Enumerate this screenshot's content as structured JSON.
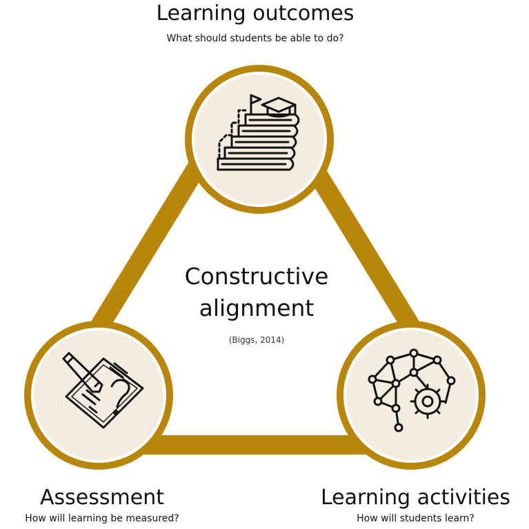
{
  "colors": {
    "accent": "#b8860b",
    "node_fill": "#f3ede1",
    "ring_inner": "#ffffff",
    "icon": "#111111"
  },
  "nodes": {
    "learning_outcomes": {
      "title": "Learning outcomes",
      "subtitle": "What should students be able to do?",
      "icon": "stairs-books-graduation-cap-icon"
    },
    "assessment": {
      "title": "Assessment",
      "subtitle": "How will learning be measured?",
      "icon": "pencil-paper-question-icon"
    },
    "learning_activities": {
      "title": "Learning activities",
      "subtitle": "How will students learn?",
      "icon": "brain-network-gear-icon"
    }
  },
  "center": {
    "line1": "Constructive",
    "line2": "alignment",
    "citation": "(Biggs, 2014)"
  }
}
